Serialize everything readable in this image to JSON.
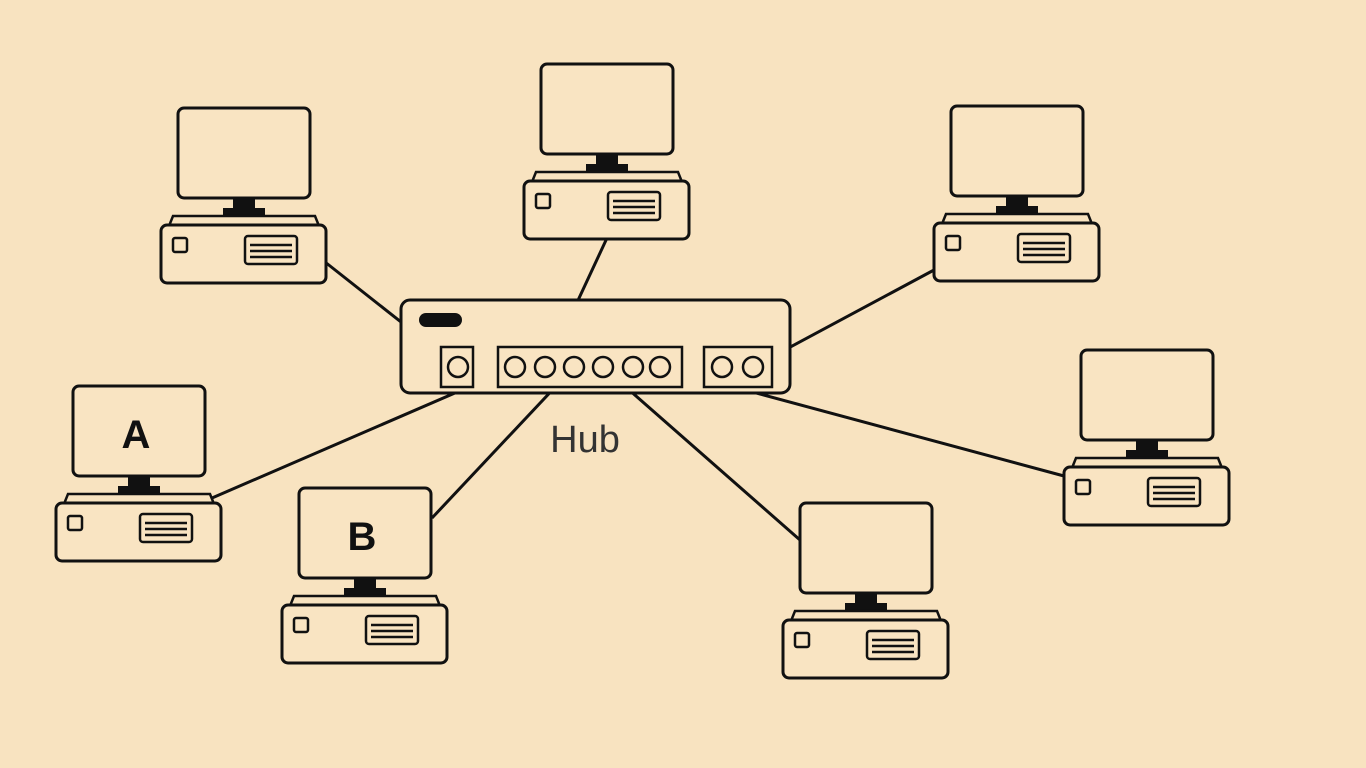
{
  "hub": {
    "label": "Hub"
  },
  "computers": [
    {
      "id": "top-left",
      "label": ""
    },
    {
      "id": "top-center",
      "label": ""
    },
    {
      "id": "top-right",
      "label": ""
    },
    {
      "id": "left",
      "label": "A"
    },
    {
      "id": "bottom-left",
      "label": "B"
    },
    {
      "id": "bottom-center",
      "label": ""
    },
    {
      "id": "right",
      "label": ""
    }
  ],
  "colors": {
    "background": "#f8e3c0",
    "line": "#111111"
  }
}
